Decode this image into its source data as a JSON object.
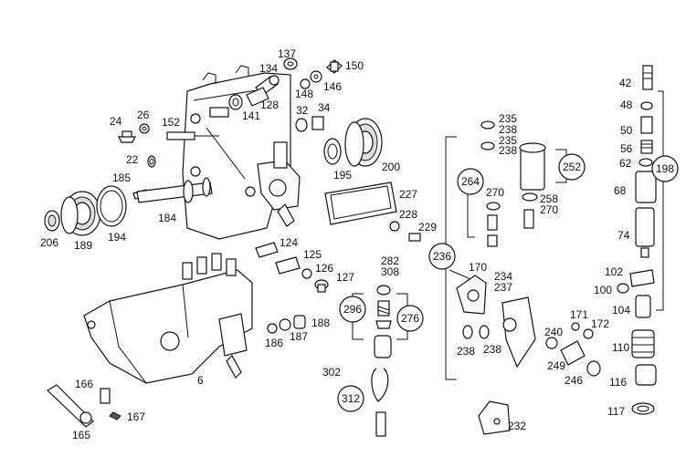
{
  "labels": {
    "l24": "24",
    "l26": "26",
    "l22": "22",
    "l152": "152",
    "l185": "185",
    "l184": "184",
    "l206": "206",
    "l189": "189",
    "l194": "194",
    "l134": "134",
    "l137": "137",
    "l150": "150",
    "l146": "146",
    "l148": "148",
    "l128": "128",
    "l141": "141",
    "l32": "32",
    "l34": "34",
    "l195": "195",
    "l200": "200",
    "l227": "227",
    "l228": "228",
    "l229": "229",
    "l124": "124",
    "l125": "125",
    "l126": "126",
    "l127": "127",
    "l188": "188",
    "l186": "186",
    "l187": "187",
    "l6": "6",
    "l166": "166",
    "l167": "167",
    "l165": "165",
    "l282": "282",
    "l308": "308",
    "l296": "296",
    "l276": "276",
    "l302": "302",
    "l312": "312",
    "l235a": "235",
    "l238a": "238",
    "l235b": "235",
    "l238b": "238",
    "l252": "252",
    "l264": "264",
    "l270a": "270",
    "l258": "258",
    "l270b": "270",
    "l236": "236",
    "l170": "170",
    "l234": "234",
    "l237": "237",
    "l238c": "238",
    "l238d": "238",
    "l240": "240",
    "l171": "171",
    "l172": "172",
    "l249": "249",
    "l246": "246",
    "l232": "232",
    "l42": "42",
    "l48": "48",
    "l50": "50",
    "l56": "56",
    "l62": "62",
    "l198": "198",
    "l68": "68",
    "l74": "74",
    "l102": "102",
    "l100": "100",
    "l104": "104",
    "l110": "110",
    "l116": "116",
    "l117": "117"
  }
}
